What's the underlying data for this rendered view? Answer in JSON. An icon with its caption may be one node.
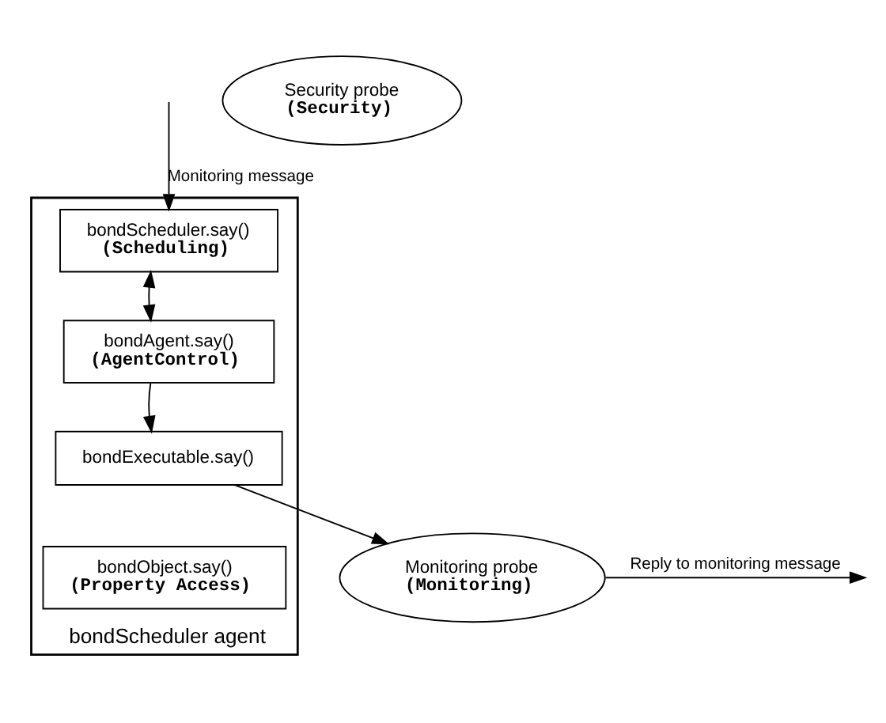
{
  "diagram": {
    "nodes": [
      {
        "text": [
          "bondScheduler agent"
        ]
      },
      {
        "text": [
          "bondScheduler.say()",
          "(Scheduling)"
        ],
        "in": 0
      },
      {
        "text": [
          "bondAgent.say()",
          "(AgentControl)"
        ],
        "in": 0
      },
      {
        "text": [
          "bondExecutable.say()"
        ],
        "in": 0
      },
      {
        "text": [
          "bondObject.say()",
          "(Property Access)"
        ],
        "in": 0
      },
      {
        "text": [
          "Security probe",
          "(Security)"
        ]
      },
      {
        "text": [
          "Monitoring probe",
          "(Monitoring)"
        ]
      }
    ],
    "edges": [
      {
        "from": null,
        "to": 1,
        "arrow": "to",
        "label": "Monitoring message"
      },
      {
        "from": 1,
        "to": 2,
        "arrow": "both"
      },
      {
        "from": 2,
        "to": 3,
        "arrow": "to"
      },
      {
        "from": 3,
        "to": 6,
        "arrow": "to"
      },
      {
        "from": 6,
        "to": null,
        "arrow": "to",
        "label": "Reply to monitoring message"
      }
    ]
  }
}
